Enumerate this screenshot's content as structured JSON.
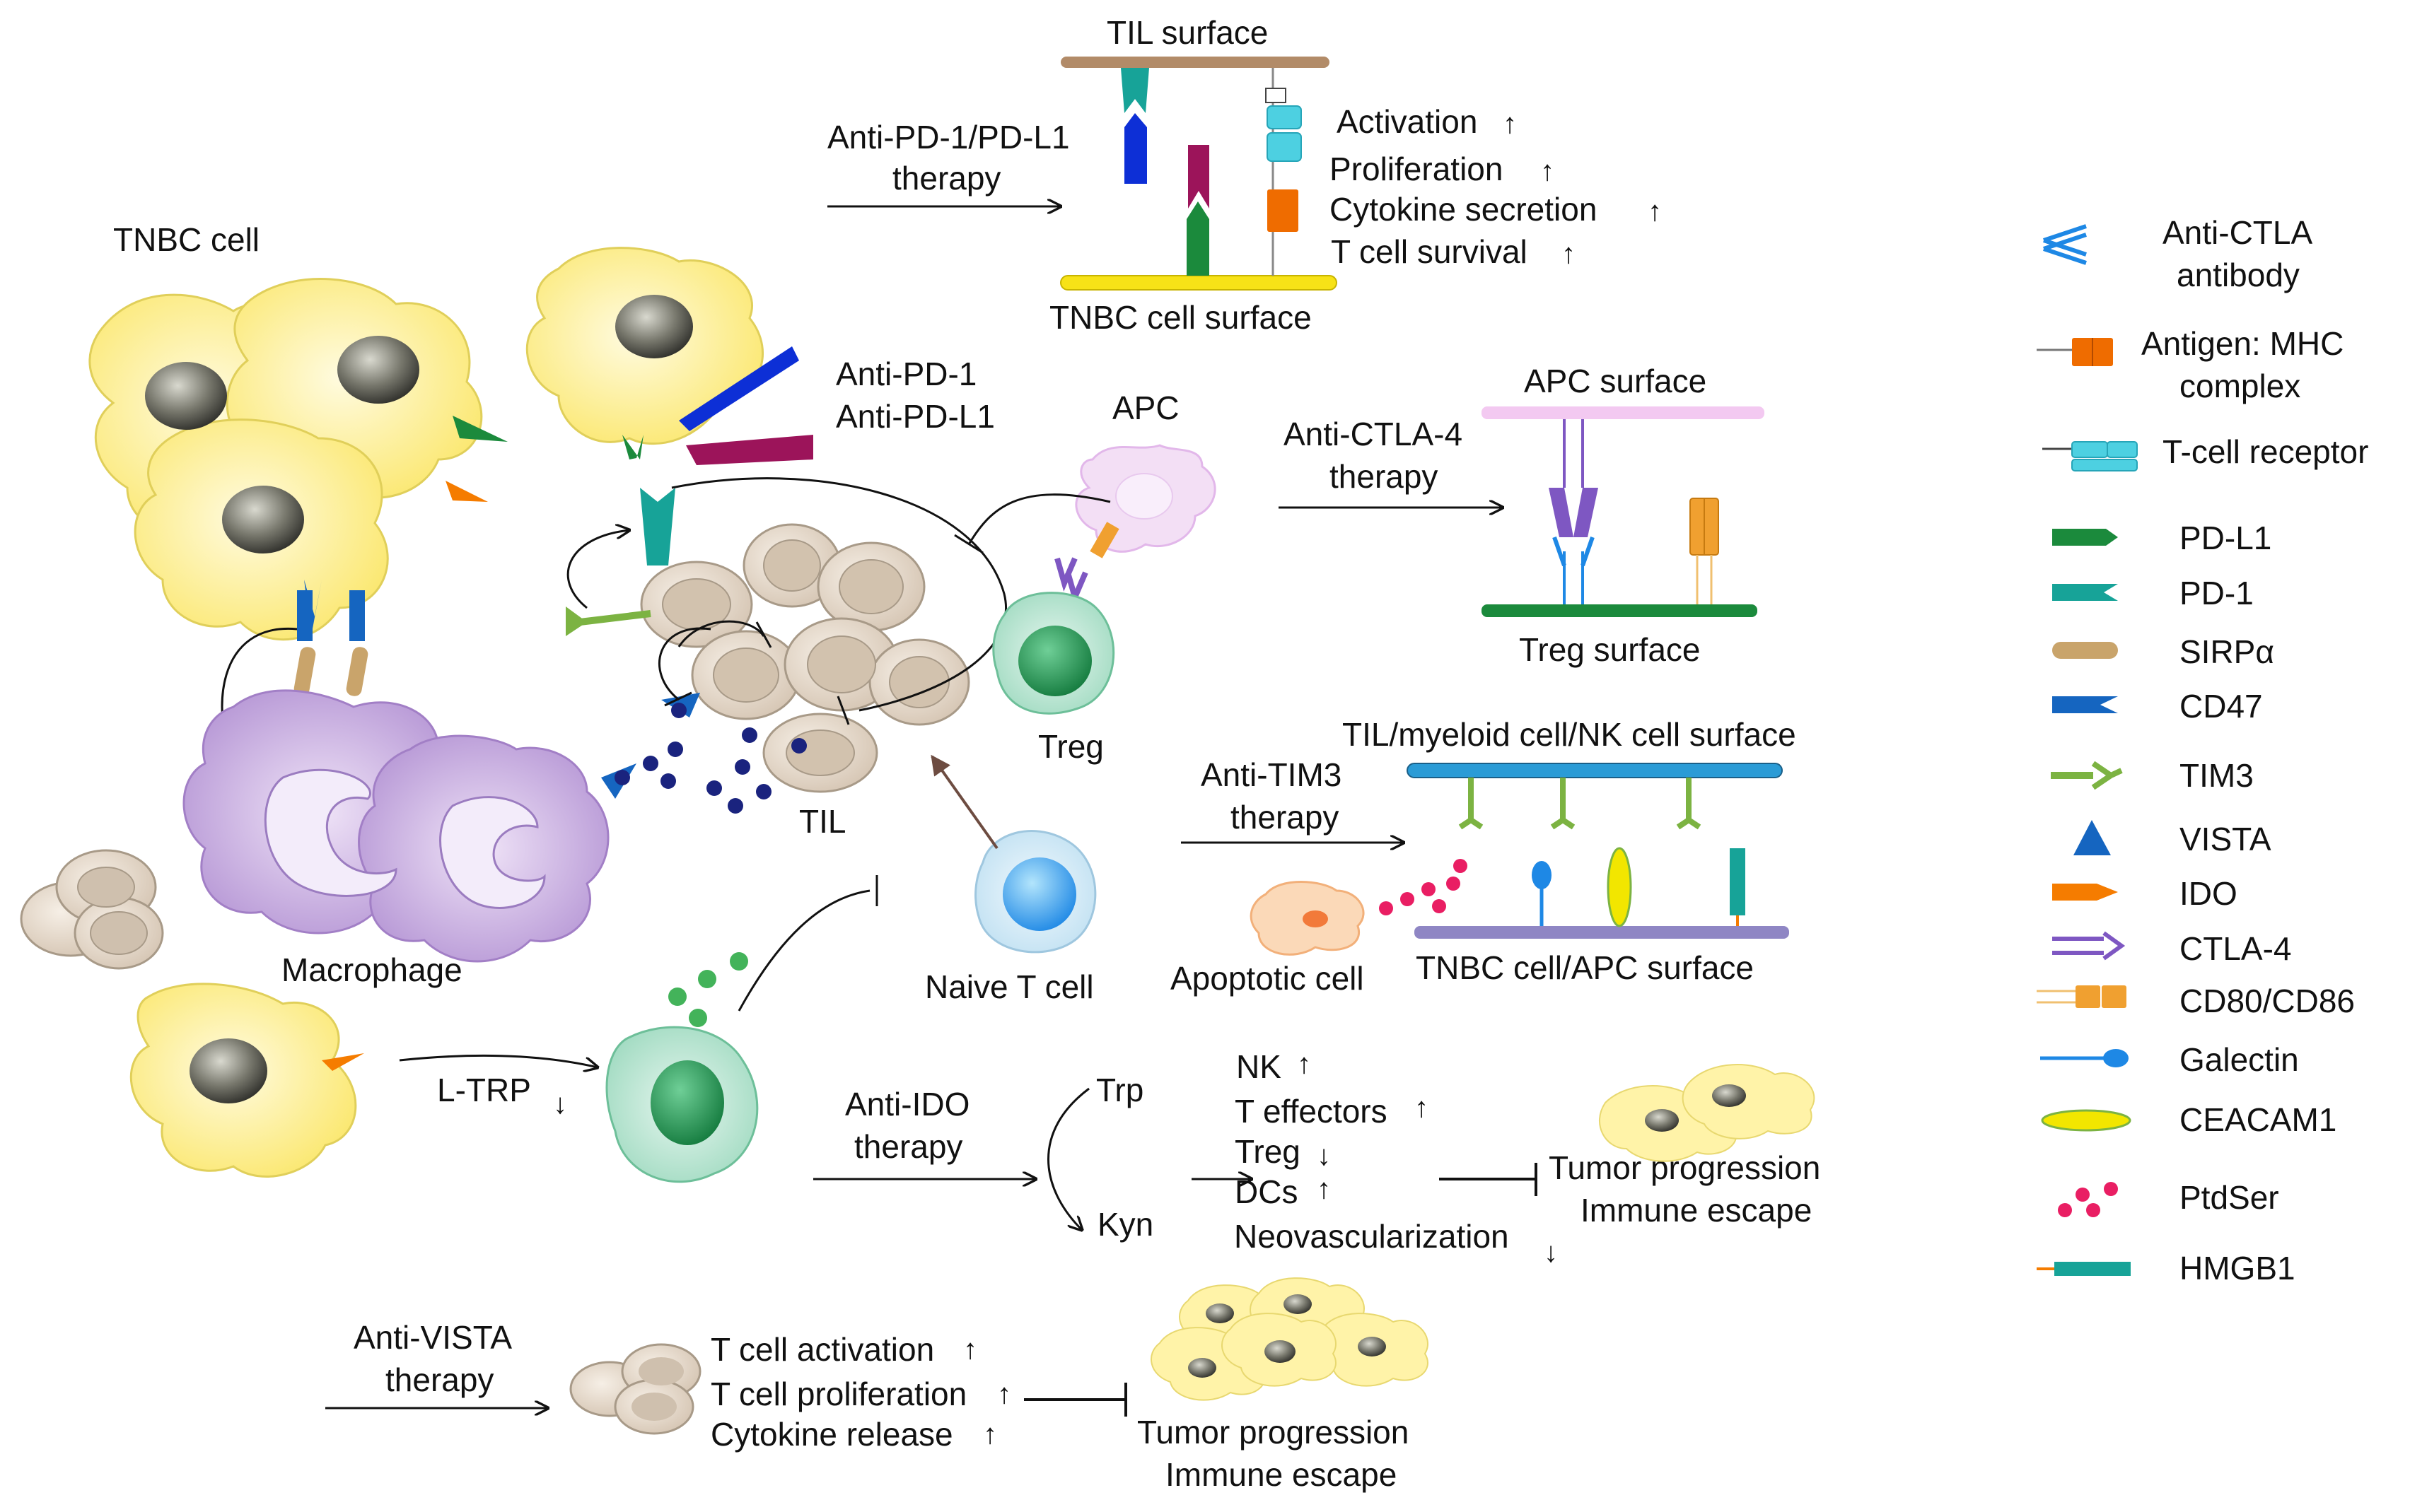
{
  "labels": {
    "tnbc_cell": "TNBC cell",
    "macrophage": "Macrophage",
    "til": "TIL",
    "apc": "APC",
    "treg": "Treg",
    "naive_t_cell": "Naive T cell",
    "l_trp": "L-TRP",
    "anti_pd1": "Anti-PD-1",
    "anti_pdl1": "Anti-PD-L1"
  },
  "panel_pd1": {
    "therapy_line1": "Anti-PD-1/PD-L1",
    "therapy_line2": "therapy",
    "top_surface": "TIL surface",
    "bottom_surface": "TNBC cell surface",
    "effects": [
      "Activation",
      "Proliferation",
      "Cytokine secretion",
      "T cell survival"
    ],
    "effect_directions": [
      "up",
      "up",
      "up",
      "up"
    ]
  },
  "panel_ctla4": {
    "therapy_line1": "Anti-CTLA-4",
    "therapy_line2": "therapy",
    "top_surface": "APC surface",
    "bottom_surface": "Treg surface"
  },
  "panel_tim3": {
    "therapy_line1": "Anti-TIM3",
    "therapy_line2": "therapy",
    "top_surface": "TIL/myeloid cell/NK cell surface",
    "bottom_surface": "TNBC cell/APC surface",
    "apoptotic": "Apoptotic cell"
  },
  "panel_ido": {
    "therapy_line1": "Anti-IDO",
    "therapy_line2": "therapy",
    "trp": "Trp",
    "kyn": "Kyn",
    "effects": [
      "NK",
      "T effectors",
      "Treg",
      "DCs",
      "Neovascularization"
    ],
    "effect_directions": [
      "up",
      "up",
      "down",
      "up",
      "down"
    ],
    "outcome_line1": "Tumor progression",
    "outcome_line2": "Immune escape"
  },
  "panel_vista": {
    "therapy_line1": "Anti-VISTA",
    "therapy_line2": "therapy",
    "effects": [
      "T cell activation",
      "T cell proliferation",
      "Cytokine release"
    ],
    "effect_directions": [
      "up",
      "up",
      "up"
    ],
    "outcome_line1": "Tumor progression",
    "outcome_line2": "Immune escape"
  },
  "legend": [
    {
      "label_line1": "Anti-CTLA",
      "label_line2": "antibody",
      "icon": "antibody-icon",
      "color": "#1e88e5"
    },
    {
      "label_line1": "Antigen: MHC",
      "label_line2": "complex",
      "icon": "antigen-mhc-icon",
      "color": "#ef6c00"
    },
    {
      "label_line1": "T-cell receptor",
      "label_line2": "",
      "icon": "tcr-icon",
      "color": "#26c6da"
    },
    {
      "label_line1": "PD-L1",
      "label_line2": "",
      "icon": "pdl1-icon",
      "color": "#1b8a3c"
    },
    {
      "label_line1": "PD-1",
      "label_line2": "",
      "icon": "pd1-icon",
      "color": "#17a398"
    },
    {
      "label_line1": "SIRPα",
      "label_line2": "",
      "icon": "sirpa-icon",
      "color": "#c9a46b"
    },
    {
      "label_line1": "CD47",
      "label_line2": "",
      "icon": "cd47-icon",
      "color": "#1565c0"
    },
    {
      "label_line1": "TIM3",
      "label_line2": "",
      "icon": "tim3-icon",
      "color": "#7cb342"
    },
    {
      "label_line1": "VISTA",
      "label_line2": "",
      "icon": "vista-icon",
      "color": "#1565c0"
    },
    {
      "label_line1": "IDO",
      "label_line2": "",
      "icon": "ido-icon",
      "color": "#f57c00"
    },
    {
      "label_line1": "CTLA-4",
      "label_line2": "",
      "icon": "ctla4-icon",
      "color": "#7e57c2"
    },
    {
      "label_line1": "CD80/CD86",
      "label_line2": "",
      "icon": "cd80-icon",
      "color": "#f0a030"
    },
    {
      "label_line1": "Galectin",
      "label_line2": "",
      "icon": "galectin-icon",
      "color": "#1e88e5"
    },
    {
      "label_line1": "CEACAM1",
      "label_line2": "",
      "icon": "ceacam1-icon",
      "color": "#f2e600"
    },
    {
      "label_line1": "PtdSer",
      "label_line2": "",
      "icon": "ptdser-icon",
      "color": "#e91e63"
    },
    {
      "label_line1": "HMGB1",
      "label_line2": "",
      "icon": "hmgb1-icon",
      "color": "#17a398"
    }
  ]
}
